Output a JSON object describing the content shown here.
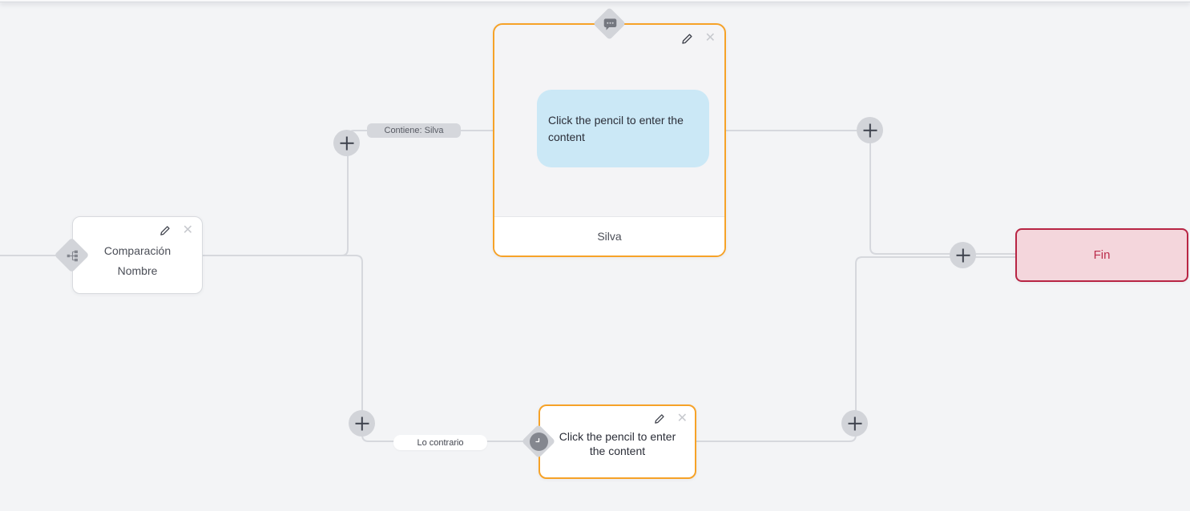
{
  "colors": {
    "bg": "#f3f4f6",
    "edge": "#d6d8dd",
    "accent_orange": "#f6a228",
    "handle_gray": "#d2d4d9",
    "end_border": "#b82544",
    "end_bg": "#f4d6dc",
    "end_text": "#bb2d4c",
    "bubble_bg": "#cbe8f6"
  },
  "nodes": {
    "comparison": {
      "line1": "Comparación",
      "line2": "Nombre"
    },
    "message": {
      "bubble": "Click the pencil to enter the content",
      "footer": "Silva"
    },
    "delay": {
      "text": "Click the pencil to enter the content"
    },
    "end": {
      "label": "Fin"
    }
  },
  "edge_labels": {
    "top_branch": "Contiene: Silva",
    "bottom_branch": "Lo contrario"
  },
  "icons": {
    "close_glyph": "✕"
  }
}
